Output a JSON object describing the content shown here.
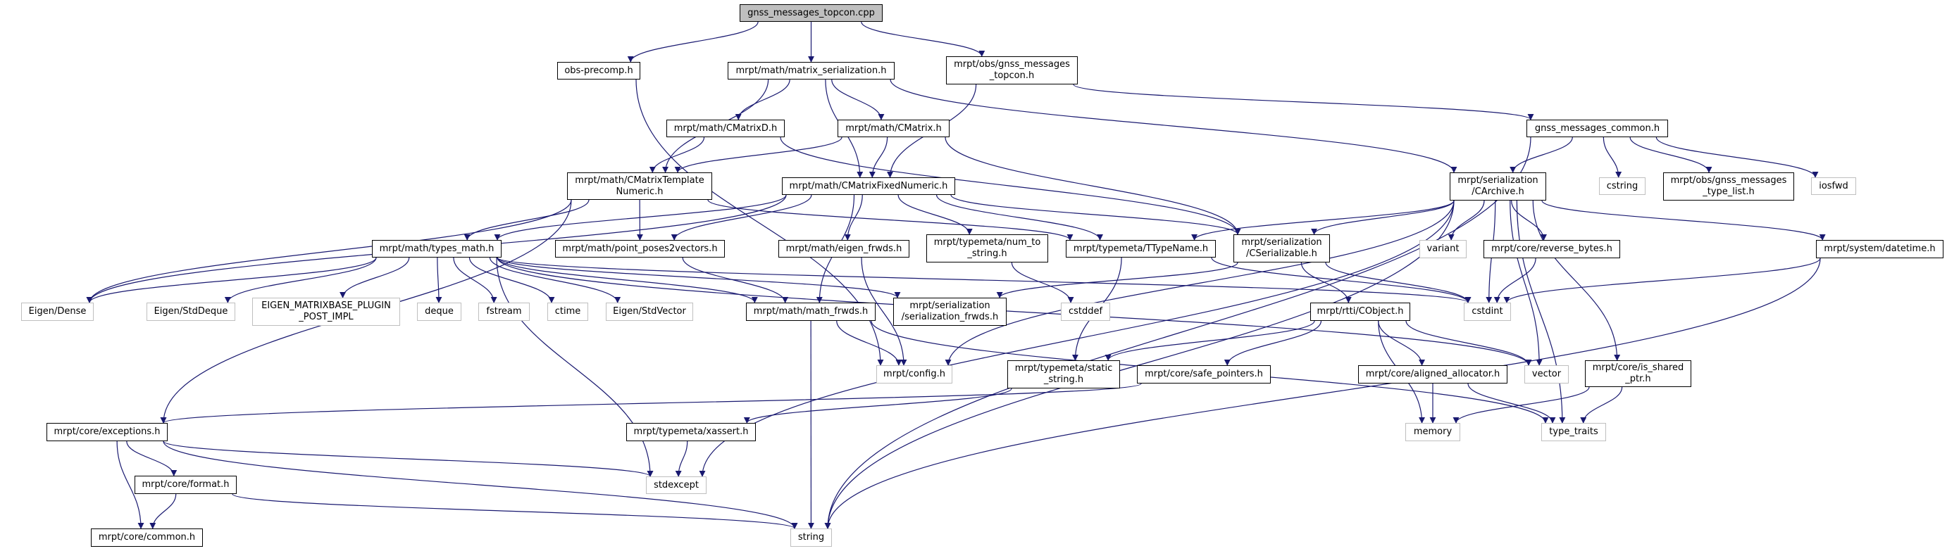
{
  "graph": {
    "root": "gnss_messages_topcon.cpp",
    "edge_color": "#191970",
    "nodes": {
      "root": {
        "label": "gnss_messages_topcon.cpp",
        "kind": "root"
      },
      "obs_precomp": {
        "label": "obs-precomp.h",
        "kind": "file"
      },
      "matrix_serialization": {
        "label": "mrpt/math/matrix_serialization.h",
        "kind": "file"
      },
      "gnss_topcon_h": {
        "label": "mrpt/obs/gnss_messages\n_topcon.h",
        "kind": "file"
      },
      "gnss_common": {
        "label": "gnss_messages_common.h",
        "kind": "file"
      },
      "cmatrixd": {
        "label": "mrpt/math/CMatrixD.h",
        "kind": "file"
      },
      "cmatrix": {
        "label": "mrpt/math/CMatrix.h",
        "kind": "file"
      },
      "cmatrix_template": {
        "label": "mrpt/math/CMatrixTemplate\nNumeric.h",
        "kind": "file"
      },
      "cmatrix_fixed": {
        "label": "mrpt/math/CMatrixFixedNumeric.h",
        "kind": "file"
      },
      "carchive": {
        "label": "mrpt/serialization\n/CArchive.h",
        "kind": "file"
      },
      "cstring": {
        "label": "cstring",
        "kind": "system"
      },
      "type_list": {
        "label": "mrpt/obs/gnss_messages\n_type_list.h",
        "kind": "file"
      },
      "iosfwd": {
        "label": "iosfwd",
        "kind": "system"
      },
      "types_math": {
        "label": "mrpt/math/types_math.h",
        "kind": "file"
      },
      "point_poses": {
        "label": "mrpt/math/point_poses2vectors.h",
        "kind": "file"
      },
      "eigen_frwds": {
        "label": "mrpt/math/eigen_frwds.h",
        "kind": "file"
      },
      "num_to_string": {
        "label": "mrpt/typemeta/num_to\n_string.h",
        "kind": "file"
      },
      "ttypename": {
        "label": "mrpt/typemeta/TTypeName.h",
        "kind": "file"
      },
      "cserializable": {
        "label": "mrpt/serialization\n/CSerializable.h",
        "kind": "file"
      },
      "variant": {
        "label": "variant",
        "kind": "system"
      },
      "reverse_bytes": {
        "label": "mrpt/core/reverse_bytes.h",
        "kind": "file"
      },
      "datetime": {
        "label": "mrpt/system/datetime.h",
        "kind": "file"
      },
      "eigen_dense": {
        "label": "Eigen/Dense",
        "kind": "system"
      },
      "eigen_stddeque": {
        "label": "Eigen/StdDeque",
        "kind": "system"
      },
      "eigen_plugin": {
        "label": "EIGEN_MATRIXBASE_PLUGIN\n_POST_IMPL",
        "kind": "system"
      },
      "deque": {
        "label": "deque",
        "kind": "system"
      },
      "fstream": {
        "label": "fstream",
        "kind": "system"
      },
      "ctime": {
        "label": "ctime",
        "kind": "system"
      },
      "eigen_stdvector": {
        "label": "Eigen/StdVector",
        "kind": "system"
      },
      "math_frwds": {
        "label": "mrpt/math/math_frwds.h",
        "kind": "file"
      },
      "serialization_frwds": {
        "label": "mrpt/serialization\n/serialization_frwds.h",
        "kind": "file"
      },
      "cstddef": {
        "label": "cstddef",
        "kind": "system"
      },
      "cstdint": {
        "label": "cstdint",
        "kind": "system"
      },
      "cobject": {
        "label": "mrpt/rtti/CObject.h",
        "kind": "file"
      },
      "config": {
        "label": "mrpt/config.h",
        "kind": "system"
      },
      "static_string": {
        "label": "mrpt/typemeta/static\n_string.h",
        "kind": "file"
      },
      "safe_pointers": {
        "label": "mrpt/core/safe_pointers.h",
        "kind": "file"
      },
      "aligned_allocator": {
        "label": "mrpt/core/aligned_allocator.h",
        "kind": "file"
      },
      "vector": {
        "label": "vector",
        "kind": "system"
      },
      "is_shared_ptr": {
        "label": "mrpt/core/is_shared\n_ptr.h",
        "kind": "file"
      },
      "exceptions": {
        "label": "mrpt/core/exceptions.h",
        "kind": "file"
      },
      "xassert": {
        "label": "mrpt/typemeta/xassert.h",
        "kind": "file"
      },
      "memory": {
        "label": "memory",
        "kind": "system"
      },
      "type_traits": {
        "label": "type_traits",
        "kind": "system"
      },
      "format": {
        "label": "mrpt/core/format.h",
        "kind": "file"
      },
      "stdexcept": {
        "label": "stdexcept",
        "kind": "system"
      },
      "common": {
        "label": "mrpt/core/common.h",
        "kind": "file"
      },
      "string": {
        "label": "string",
        "kind": "system"
      }
    },
    "edges": [
      [
        "root",
        "obs_precomp"
      ],
      [
        "root",
        "matrix_serialization"
      ],
      [
        "root",
        "gnss_topcon_h"
      ],
      [
        "obs_precomp",
        "config"
      ],
      [
        "matrix_serialization",
        "cmatrix_template"
      ],
      [
        "matrix_serialization",
        "cmatrixd"
      ],
      [
        "matrix_serialization",
        "cmatrix"
      ],
      [
        "matrix_serialization",
        "cmatrix_fixed"
      ],
      [
        "matrix_serialization",
        "carchive"
      ],
      [
        "gnss_topcon_h",
        "cmatrix_fixed"
      ],
      [
        "gnss_topcon_h",
        "gnss_common"
      ],
      [
        "gnss_common",
        "carchive"
      ],
      [
        "gnss_common",
        "cstring"
      ],
      [
        "gnss_common",
        "type_list"
      ],
      [
        "gnss_common",
        "iosfwd"
      ],
      [
        "gnss_common",
        "string"
      ],
      [
        "cmatrixd",
        "cmatrix_template"
      ],
      [
        "cmatrixd",
        "cserializable"
      ],
      [
        "cmatrix",
        "cmatrix_template"
      ],
      [
        "cmatrix",
        "cmatrix_fixed"
      ],
      [
        "cmatrix",
        "cserializable"
      ],
      [
        "cmatrix_template",
        "types_math"
      ],
      [
        "cmatrix_template",
        "point_poses"
      ],
      [
        "cmatrix_template",
        "exceptions"
      ],
      [
        "cmatrix_template",
        "eigen_dense"
      ],
      [
        "cmatrix_template",
        "ttypename"
      ],
      [
        "cmatrix_fixed",
        "types_math"
      ],
      [
        "cmatrix_fixed",
        "point_poses"
      ],
      [
        "cmatrix_fixed",
        "math_frwds"
      ],
      [
        "cmatrix_fixed",
        "eigen_frwds"
      ],
      [
        "cmatrix_fixed",
        "num_to_string"
      ],
      [
        "cmatrix_fixed",
        "ttypename"
      ],
      [
        "cmatrix_fixed",
        "cserializable"
      ],
      [
        "cmatrix_fixed",
        "eigen_dense"
      ],
      [
        "types_math",
        "eigen_dense"
      ],
      [
        "types_math",
        "eigen_stddeque"
      ],
      [
        "types_math",
        "eigen_plugin"
      ],
      [
        "types_math",
        "deque"
      ],
      [
        "types_math",
        "fstream"
      ],
      [
        "types_math",
        "ctime"
      ],
      [
        "types_math",
        "eigen_stdvector"
      ],
      [
        "types_math",
        "math_frwds"
      ],
      [
        "types_math",
        "serialization_frwds"
      ],
      [
        "types_math",
        "cstdint"
      ],
      [
        "types_math",
        "vector"
      ],
      [
        "types_math",
        "stdexcept"
      ],
      [
        "point_poses",
        "math_frwds"
      ],
      [
        "eigen_frwds",
        "config"
      ],
      [
        "num_to_string",
        "cstddef"
      ],
      [
        "ttypename",
        "static_string"
      ],
      [
        "ttypename",
        "cstdint"
      ],
      [
        "cserializable",
        "serialization_frwds"
      ],
      [
        "cserializable",
        "cobject"
      ],
      [
        "cserializable",
        "cstdint"
      ],
      [
        "carchive",
        "ttypename"
      ],
      [
        "carchive",
        "cserializable"
      ],
      [
        "carchive",
        "config"
      ],
      [
        "carchive",
        "variant"
      ],
      [
        "carchive",
        "reverse_bytes"
      ],
      [
        "carchive",
        "cstdint"
      ],
      [
        "carchive",
        "vector"
      ],
      [
        "carchive",
        "is_shared_ptr"
      ],
      [
        "carchive",
        "type_traits"
      ],
      [
        "carchive",
        "stdexcept"
      ],
      [
        "carchive",
        "string"
      ],
      [
        "carchive",
        "datetime"
      ],
      [
        "reverse_bytes",
        "cstdint"
      ],
      [
        "datetime",
        "cstdint"
      ],
      [
        "datetime",
        "string"
      ],
      [
        "math_frwds",
        "config"
      ],
      [
        "math_frwds",
        "string"
      ],
      [
        "math_frwds",
        "type_traits"
      ],
      [
        "cobject",
        "static_string"
      ],
      [
        "cobject",
        "safe_pointers"
      ],
      [
        "cobject",
        "aligned_allocator"
      ],
      [
        "cobject",
        "memory"
      ],
      [
        "cobject",
        "vector"
      ],
      [
        "static_string",
        "xassert"
      ],
      [
        "safe_pointers",
        "exceptions"
      ],
      [
        "xassert",
        "stdexcept"
      ],
      [
        "exceptions",
        "format"
      ],
      [
        "exceptions",
        "common"
      ],
      [
        "exceptions",
        "stdexcept"
      ],
      [
        "exceptions",
        "string"
      ],
      [
        "format",
        "common"
      ],
      [
        "format",
        "string"
      ],
      [
        "aligned_allocator",
        "memory"
      ],
      [
        "aligned_allocator",
        "type_traits"
      ],
      [
        "is_shared_ptr",
        "memory"
      ],
      [
        "is_shared_ptr",
        "type_traits"
      ]
    ]
  }
}
